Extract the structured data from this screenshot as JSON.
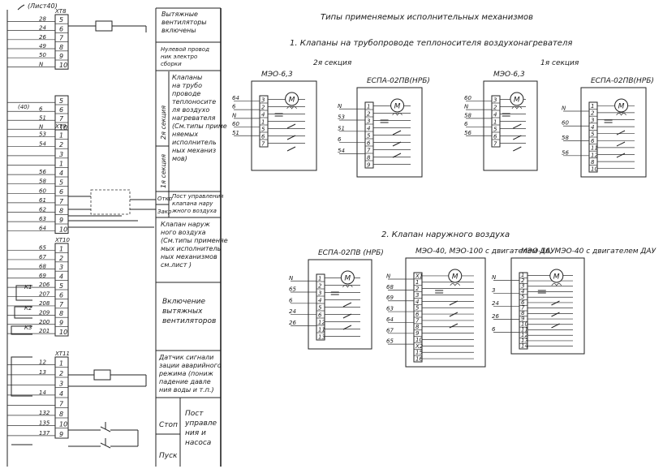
{
  "sheet_ref": "(Лист40)",
  "left_panel": {
    "terminal_blocks": [
      {
        "name": "ХТ8",
        "rows": [
          {
            "wire": "28",
            "term": "5"
          },
          {
            "wire": "24",
            "term": "6"
          },
          {
            "wire": "26",
            "term": "7"
          },
          {
            "wire": "49",
            "term": "8"
          },
          {
            "wire": "50",
            "term": "9"
          },
          {
            "wire": "N",
            "term": "10"
          }
        ]
      },
      {
        "name": "",
        "rows": [
          {
            "wire": "",
            "term": "5"
          },
          {
            "wire": "6",
            "term": "6"
          },
          {
            "wire": "51",
            "term": "7"
          },
          {
            "wire": "N",
            "term": "10"
          }
        ]
      },
      {
        "name": "ХТ9",
        "rows": [
          {
            "wire": "53",
            "term": "1"
          },
          {
            "wire": "54",
            "term": "2"
          },
          {
            "wire": "",
            "term": "3"
          },
          {
            "wire": "",
            "term": "1"
          },
          {
            "wire": "56",
            "term": "4"
          },
          {
            "wire": "58",
            "term": "5"
          },
          {
            "wire": "60",
            "term": "6"
          },
          {
            "wire": "61",
            "term": "7"
          },
          {
            "wire": "62",
            "term": "8"
          },
          {
            "wire": "63",
            "term": "9"
          },
          {
            "wire": "64",
            "term": "10"
          }
        ]
      },
      {
        "name": "ХТ10",
        "rows": [
          {
            "wire": "65",
            "term": "1"
          },
          {
            "wire": "67",
            "term": "2"
          },
          {
            "wire": "68",
            "term": "3"
          },
          {
            "wire": "69",
            "term": "4"
          },
          {
            "wire": "206",
            "term": "5"
          },
          {
            "wire": "207",
            "term": "6"
          },
          {
            "wire": "208",
            "term": "7"
          },
          {
            "wire": "209",
            "term": "8"
          },
          {
            "wire": "200",
            "term": "9"
          },
          {
            "wire": "201",
            "term": "10"
          }
        ]
      },
      {
        "name": "ХТ11",
        "rows": [
          {
            "wire": "12",
            "term": "1"
          },
          {
            "wire": "13",
            "term": "2"
          },
          {
            "wire": "",
            "term": "3"
          },
          {
            "wire": "14",
            "term": "4"
          },
          {
            "wire": "",
            "term": "7"
          },
          {
            "wire": "132",
            "term": "8"
          },
          {
            "wire": "135",
            "term": "10"
          },
          {
            "wire": "137",
            "term": "9"
          }
        ]
      }
    ],
    "wire_markers": [
      "(40)",
      "К1",
      "К2",
      "К3"
    ],
    "descriptions": [
      "Вытяжные вентиляторы включены",
      "Нулевой провод ник электро сборки",
      "Клапаны на трубо проводе теплоносите ля воздухо нагревателя (См.типы приме няемых исполнитель ных механиз мов)",
      "2я секция",
      "1я секция",
      "Откр",
      "Закр",
      "Пост управления клапана нару жного воздуха",
      "Клапан наруж ного воздуха (См.типы применяе мых исполнитель ных механизмов см.лист )",
      "Включение вытяжных вентиляторов",
      "Датчик сигнали зации аварийного режима (пониж падение давле ния воды и т.п.)",
      "Стоп",
      "Пуск",
      "Пост управле ния насоса"
    ]
  },
  "right_panel": {
    "title": "Типы применяемых исполнительных механизмов",
    "section1_title": "1. Клапаны на трубопроводе теплоносителя воздухонагревателя",
    "section1_sub_left": "2я секция",
    "section1_sub_right": "1я секция",
    "section2_title": "2. Клапан наружного воздуха",
    "mechanisms": [
      {
        "id": "m1",
        "label": "МЭО-6,3",
        "inputs": [
          "64",
          "6",
          "N",
          "60",
          "51"
        ],
        "pins": [
          "3",
          "2",
          "4",
          "1",
          "5",
          "6",
          "7"
        ]
      },
      {
        "id": "m2",
        "label": "ЕСПА-02ПВ(НРБ)",
        "inputs": [
          "N",
          "53",
          "51",
          "6",
          "54"
        ],
        "pins": [
          "1",
          "2",
          "3",
          "4",
          "5",
          "6",
          "7",
          "8",
          "9"
        ]
      },
      {
        "id": "m3",
        "label": "МЭО-6,3",
        "inputs": [
          "60",
          "N",
          "58",
          "6",
          "56"
        ],
        "pins": [
          "3",
          "2",
          "4",
          "1",
          "5",
          "6",
          "7"
        ]
      },
      {
        "id": "m4",
        "label": "ЕСПА-02ПВ(НРБ)",
        "inputs": [
          "N",
          "60",
          "58",
          "56"
        ],
        "pins": [
          "1",
          "2",
          "3",
          "4",
          "5",
          "6",
          "11",
          "12",
          "8",
          "10"
        ]
      },
      {
        "id": "m5",
        "label": "ЕСПА-02ПВ (НРБ)",
        "inputs": [
          "N",
          "65",
          "6",
          "24",
          "26"
        ],
        "pins": [
          "1",
          "2",
          "3",
          "4",
          "5",
          "6",
          "12",
          "11",
          "13"
        ]
      },
      {
        "id": "m6",
        "label": "МЭО-40, МЭО-100 с двигателем ДАУ",
        "inputs": [
          "N",
          "68",
          "69",
          "63",
          "64",
          "67",
          "65"
        ],
        "pins": [
          "Х1",
          "1",
          "2",
          "3",
          "4",
          "5",
          "6",
          "7",
          "8",
          "9",
          "10",
          "Х2",
          "15",
          "16"
        ]
      },
      {
        "id": "m7",
        "label": "МЭО-16, МЭО-40 с двигателем ДАУ",
        "inputs": [
          "N",
          "3",
          "24",
          "26",
          "6"
        ],
        "pins": [
          "1",
          "2",
          "3",
          "4",
          "5",
          "6",
          "7",
          "8",
          "9",
          "10",
          "11",
          "12",
          "13",
          "14"
        ]
      }
    ]
  }
}
